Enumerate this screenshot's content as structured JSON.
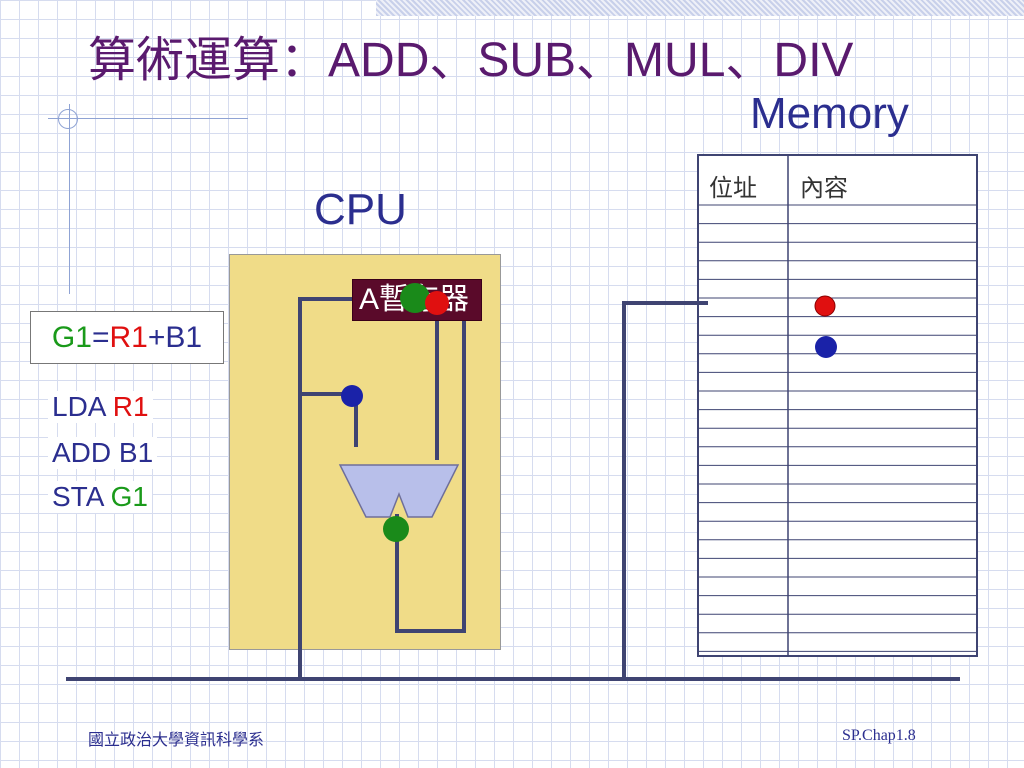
{
  "title": {
    "cjk": "算術運算：",
    "ops": "ADD、SUB、MUL、DIV"
  },
  "memory": {
    "label": "Memory",
    "col_address": "位址",
    "col_content": "內容"
  },
  "cpu": {
    "label": "CPU",
    "accumulator_prefix": "A",
    "accumulator_rest": "暫存器"
  },
  "equation": {
    "lhs": "G1",
    "equals": "=",
    "op1": "R1",
    "plus": "+",
    "op2": "B1"
  },
  "instructions": [
    {
      "op": "LDA",
      "arg": "R1"
    },
    {
      "op": "ADD",
      "arg": "B1"
    },
    {
      "op": "STA",
      "arg": "G1"
    }
  ],
  "footer": {
    "department": "國立政治大學資訊科學系",
    "page": "SP.Chap1.8"
  },
  "colors": {
    "title": "#5a1a6e",
    "text_blue": "#2b2e8f",
    "green": "#1a9a1a",
    "red": "#e01010",
    "cpu_fill": "#f0dc88",
    "alu_fill": "#b8bfea",
    "wire": "#3f4472"
  }
}
